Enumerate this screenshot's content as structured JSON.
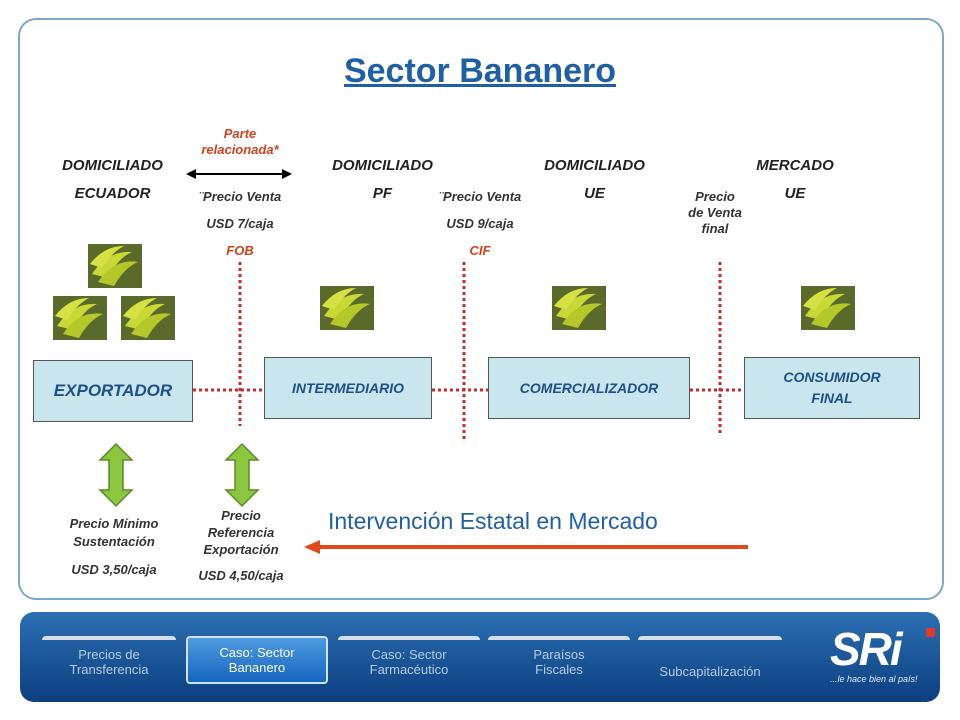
{
  "title": "Sector Bananero",
  "columns": [
    {
      "line1": "DOMICILIADO",
      "line2": "ECUADOR"
    },
    {
      "line1": "DOMICILIADO",
      "line2": "PF"
    },
    {
      "line1": "DOMICILIADO",
      "line2": "UE"
    },
    {
      "line1": "MERCADO",
      "line2": "UE"
    }
  ],
  "related": {
    "line1": "Parte",
    "line2": "relacionada*"
  },
  "price1": {
    "line1": "¨Precio Venta",
    "line2": "USD 7/caja",
    "term": "FOB"
  },
  "price2": {
    "line1": "¨Precio Venta",
    "line2": "USD 9/caja",
    "term": "CIF"
  },
  "final_price": {
    "line1": "Precio",
    "line2": "de Venta",
    "line3": "final"
  },
  "boxes": {
    "exportador": "EXPORTADOR",
    "intermediario": "INTERMEDIARIO",
    "comercializador": "COMERCIALIZADOR",
    "consumidor_line1": "CONSUMIDOR",
    "consumidor_line2": "FINAL"
  },
  "min_price": {
    "line1": "Precio Mínimo",
    "line2": "Sustentación",
    "value": "USD 3,50/caja"
  },
  "ref_price": {
    "line1": "Precio",
    "line2": "Referencia",
    "line3": "Exportación",
    "value": "USD 4,50/caja"
  },
  "intervention": "Intervención Estatal en Mercado",
  "tabs": [
    {
      "line1": "Precios de",
      "line2": "Transferencia"
    },
    {
      "line1": "Caso: Sector",
      "line2": "Bananero"
    },
    {
      "line1": "Caso: Sector",
      "line2": "Farmacéutico"
    },
    {
      "line1": "Paraísos",
      "line2": "Fiscales"
    },
    {
      "line1": "Subcapitalización",
      "line2": ""
    }
  ],
  "logo": {
    "brand": "SRi",
    "tagline": "...le hace bien al país!"
  },
  "colors": {
    "title": "#1f5fa6",
    "red": "#d2421b",
    "box": "#c9e6ee",
    "arrow_green": "#8cc63f",
    "footer": "#0c3f80"
  }
}
